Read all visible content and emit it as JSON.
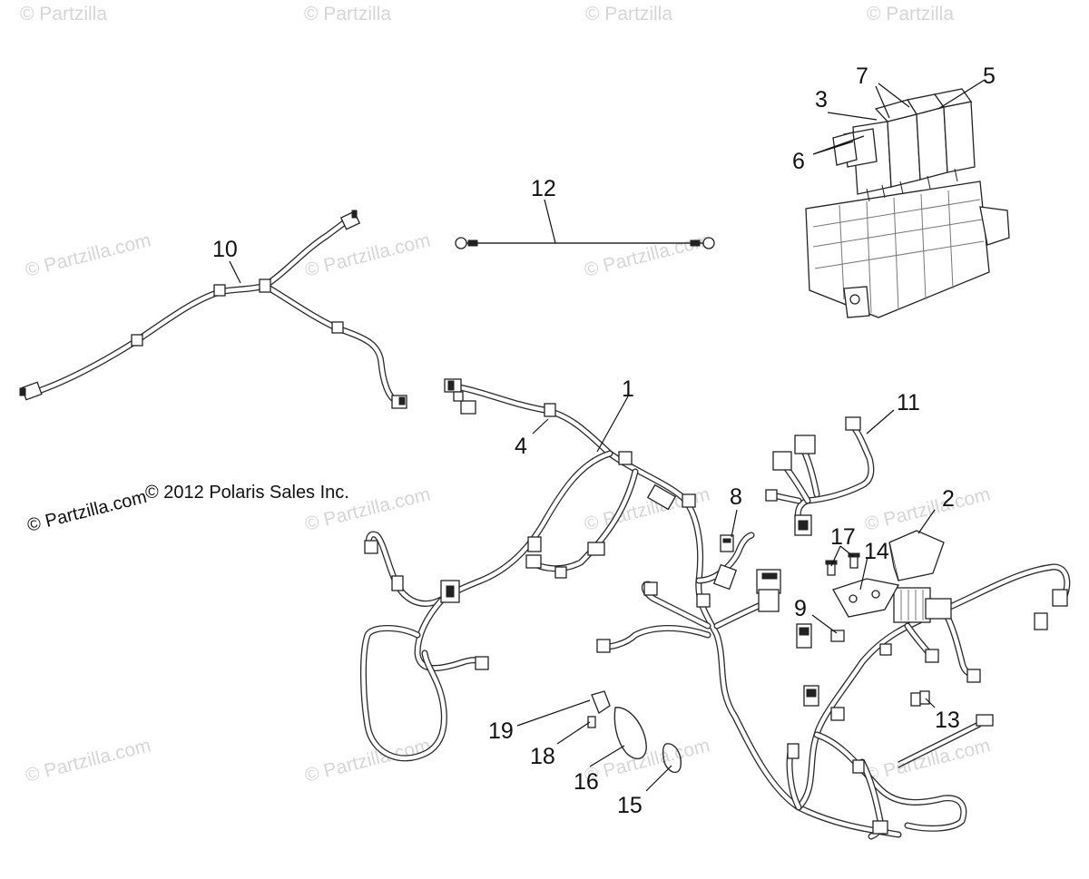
{
  "watermark_text": "© Partzilla.com",
  "watermark_top_text": "© Partzilla",
  "copyright": "© 2012 Polaris Sales Inc.",
  "partzilla_logo": "© Partzilla.com",
  "callouts": {
    "c1": "1",
    "c2": "2",
    "c3": "3",
    "c4": "4",
    "c5": "5",
    "c6": "6",
    "c7": "7",
    "c8": "8",
    "c9": "9",
    "c10": "10",
    "c11": "11",
    "c12": "12",
    "c13": "13",
    "c14": "14",
    "c15": "15",
    "c16": "16",
    "c17": "17",
    "c18": "18",
    "c19": "19"
  }
}
